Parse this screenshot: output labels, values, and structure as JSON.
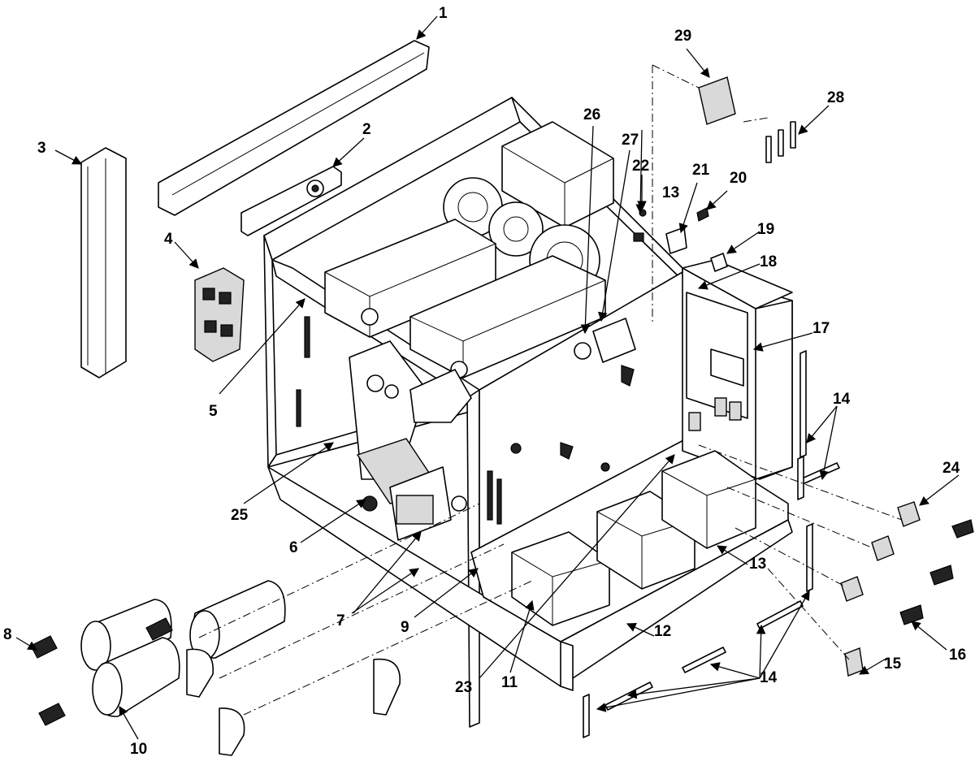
{
  "callouts": {
    "c1": "1",
    "c2": "2",
    "c3": "3",
    "c4": "4",
    "c5": "5",
    "c6": "6",
    "c7": "7",
    "c8": "8",
    "c9": "9",
    "c10": "10",
    "c11": "11",
    "c12": "12",
    "c13a": "13",
    "c13b": "13",
    "c14a": "14",
    "c14b": "14",
    "c15": "15",
    "c16": "16",
    "c17": "17",
    "c18": "18",
    "c19": "19",
    "c20": "20",
    "c21": "21",
    "c22": "22",
    "c23": "23",
    "c24": "24",
    "c25": "25",
    "c26": "26",
    "c27": "27",
    "c28": "28",
    "c29": "29"
  }
}
